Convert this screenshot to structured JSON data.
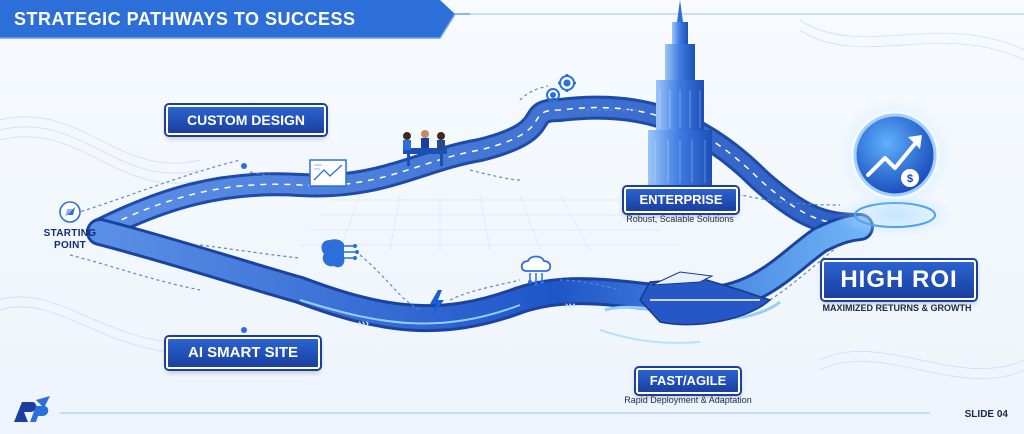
{
  "header": {
    "title": "STRATEGIC PATHWAYS TO SUCCESS"
  },
  "start": {
    "label_line1": "STARTING",
    "label_line2": "POINT"
  },
  "paths": {
    "custom_design": {
      "label": "CUSTOM DESIGN"
    },
    "ai_smart_site": {
      "label": "AI SMART SITE"
    },
    "enterprise": {
      "label": "ENTERPRISE",
      "subtitle": "Robust, Scalable Solutions"
    },
    "fast_agile": {
      "label": "FAST/AGILE",
      "subtitle": "Rapid Deployment & Adaptation"
    }
  },
  "goal": {
    "label": "HIGH ROI",
    "subtitle": "MAXIMIZED RETURNS & GROWTH"
  },
  "footer": {
    "slide": "SLIDE 04"
  },
  "colors": {
    "primary": "#1a3f9e",
    "accent": "#2f7ae5",
    "road": "#3f74d6"
  },
  "icons": [
    "compass-icon",
    "blueprint-icon",
    "team-meeting-icon",
    "gears-icon",
    "skyscraper-icon",
    "brain-circuit-icon",
    "lightning-icon",
    "cloud-network-icon",
    "speedboat-icon",
    "roi-growth-icon",
    "logo-icon"
  ]
}
